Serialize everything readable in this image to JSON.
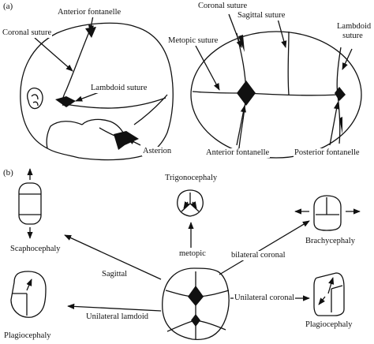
{
  "panels": {
    "a": "(a)",
    "b": "(b)"
  },
  "panel_a_labels": {
    "anterior_fontanelle_left": "Anterior fontanelle",
    "coronal_suture_left": "Coronal suture",
    "lambdoid_suture_left": "Lambdoid suture",
    "asterion": "Asterion",
    "coronal_suture_right": "Coronal suture",
    "sagittal_suture": "Sagittal suture",
    "metopic_suture": "Metopic suture",
    "lambdoid_suture_right": "Lambdoid suture",
    "anterior_fontanelle_right": "Anterior fontanelle",
    "posterior_fontanelle": "Posterior fontanelle"
  },
  "panel_b_labels": {
    "trigonocephaly": "Trigonocephaly",
    "metopic": "metopic",
    "scaphocephaly": "Scaphocephaly",
    "sagittal": "Sagittal",
    "brachycephaly": "Brachycephaly",
    "bilateral_coronal": "bilateral coronal",
    "unilateral_coronal": "Unilateral coronal",
    "plagiocephaly_right": "Plagiocephaly",
    "plagiocephaly_left": "Plagiocephaly",
    "unilateral_lambdoid": "Unilateral lamdoid"
  }
}
